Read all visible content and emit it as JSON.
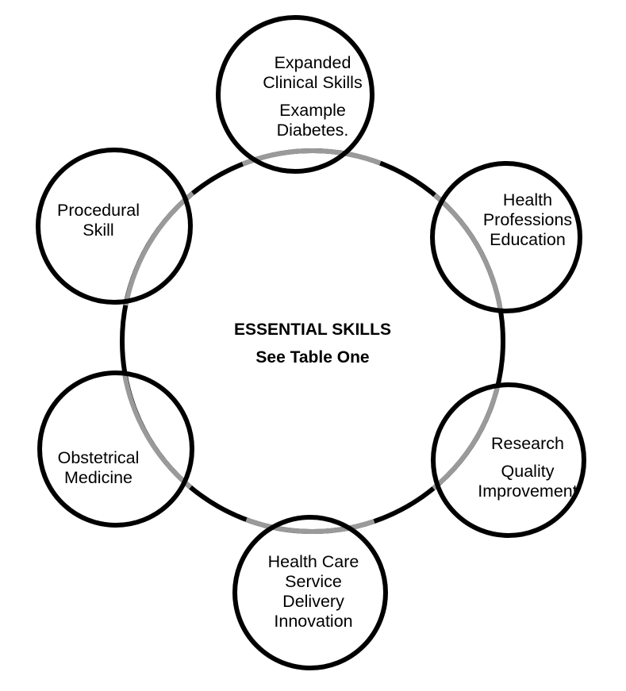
{
  "center": {
    "line1": "ESSENTIAL SKILLS",
    "line2": "See Table One"
  },
  "satellites": {
    "top": {
      "lines": [
        "Expanded",
        "Clinical Skills",
        "Example",
        "Diabetes."
      ]
    },
    "upper_right": {
      "lines": [
        "Health",
        "Professions",
        "Education"
      ]
    },
    "lower_right": {
      "lines": [
        "Research",
        "Quality",
        "Improvement"
      ]
    },
    "bottom": {
      "lines": [
        "Health Care",
        "Service",
        "Delivery",
        "Innovation"
      ]
    },
    "lower_left": {
      "lines": [
        "Obstetrical",
        "Medicine"
      ]
    },
    "upper_left": {
      "lines": [
        "Procedural",
        "Skill"
      ]
    }
  },
  "colors": {
    "stroke": "#000000",
    "overlap": "#9a9a9a",
    "background": "#ffffff"
  }
}
